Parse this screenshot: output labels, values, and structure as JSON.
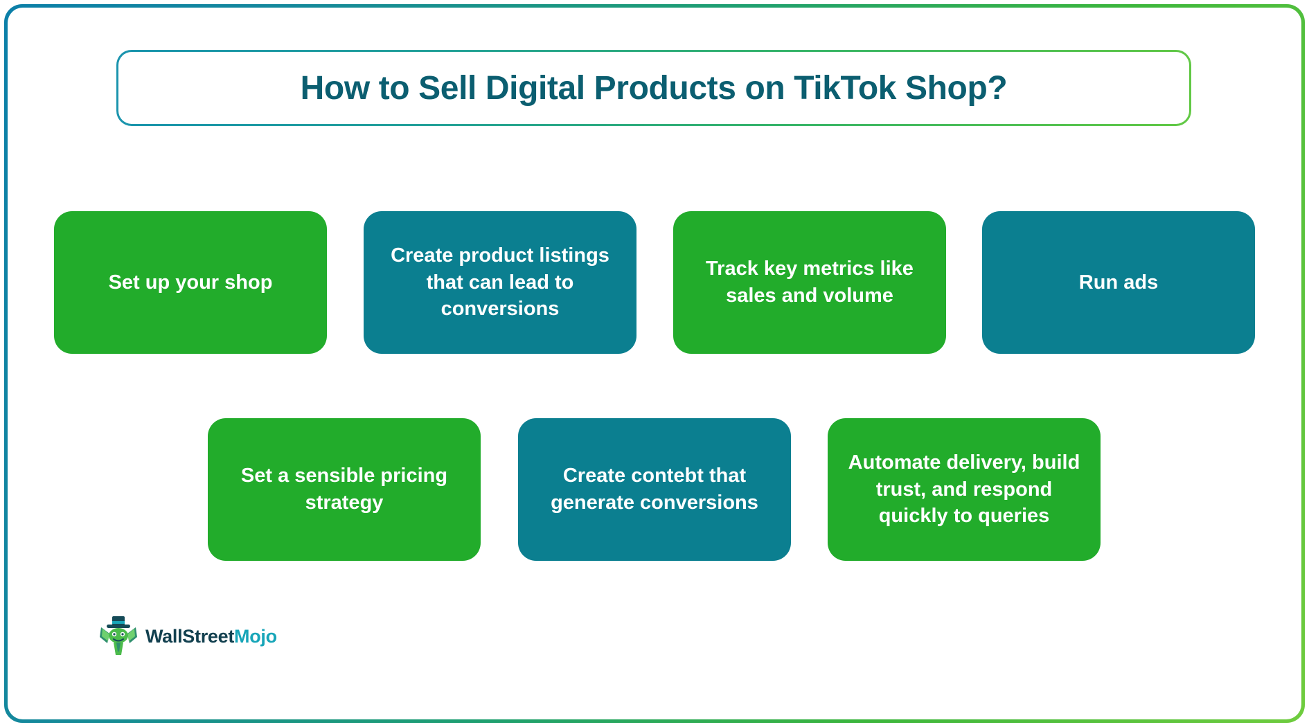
{
  "infographic": {
    "title": "How to Sell Digital Products on TikTok Shop?",
    "colors": {
      "title_text": "#0b5e70",
      "green_box": "#22ac2b",
      "teal_box": "#0b7f90",
      "frame_gradient_start": "#0b7fa8",
      "frame_gradient_end": "#6fcc3e",
      "background": "#ffffff"
    },
    "steps_row_1": [
      {
        "label": "Set up your shop",
        "color": "green"
      },
      {
        "label": "Create product listings that can lead to conversions",
        "color": "teal"
      },
      {
        "label": "Track key metrics like sales and volume",
        "color": "green"
      },
      {
        "label": "Run ads",
        "color": "teal"
      }
    ],
    "steps_row_2": [
      {
        "label": "Set a sensible pricing strategy",
        "color": "green"
      },
      {
        "label": "Create contebt that generate conversions",
        "color": "teal"
      },
      {
        "label": "Automate delivery, build trust, and respond quickly to queries",
        "color": "green"
      }
    ],
    "logo": {
      "brand_part_1": "WallStreet",
      "brand_part_2": "Mojo",
      "brand_color_1": "#12404f",
      "brand_color_2": "#17a5b8",
      "mascot_color": "#4cbb4c"
    }
  }
}
